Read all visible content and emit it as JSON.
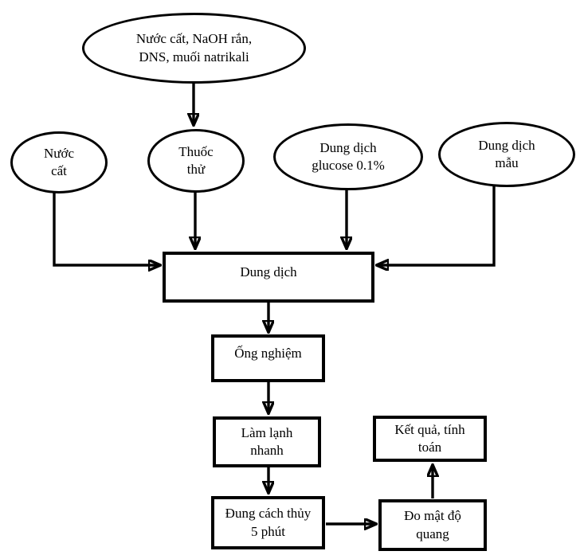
{
  "diagram": {
    "type": "flowchart",
    "language": "Vietnamese",
    "colors": {
      "stroke": "#000000",
      "background": "#ffffff",
      "text": "#000000"
    },
    "nodes": {
      "ingredients": {
        "shape": "ellipse",
        "label": "Nước cất, NaOH rắn,\nDNS, muối natrikali"
      },
      "nuoc_cat": {
        "shape": "ellipse",
        "label": "Nước\ncất"
      },
      "thuoc_thu": {
        "shape": "ellipse",
        "label": "Thuốc\nthử"
      },
      "glucose": {
        "shape": "ellipse",
        "label": "Dung dịch\nglucose 0.1%"
      },
      "mau": {
        "shape": "ellipse",
        "label": "Dung dịch\nmẫu"
      },
      "dung_dich": {
        "shape": "rect",
        "label": "Dung dịch"
      },
      "ong_nghiem": {
        "shape": "rect",
        "label": "Ống nghiệm"
      },
      "lam_lanh": {
        "shape": "rect",
        "label": "Làm lạnh\nnhanh"
      },
      "dun_cach_thuy": {
        "shape": "rect",
        "label": "Đung cách thủy\n5 phút"
      },
      "do_mat_do": {
        "shape": "rect",
        "label": "Đo mật độ\nquang"
      },
      "ket_qua": {
        "shape": "rect",
        "label": "Kết quả, tính\ntoán"
      }
    },
    "edges": [
      {
        "from": "ingredients",
        "to": "thuoc_thu"
      },
      {
        "from": "nuoc_cat",
        "to": "dung_dich"
      },
      {
        "from": "thuoc_thu",
        "to": "dung_dich"
      },
      {
        "from": "glucose",
        "to": "dung_dich"
      },
      {
        "from": "mau",
        "to": "dung_dich"
      },
      {
        "from": "dung_dich",
        "to": "ong_nghiem"
      },
      {
        "from": "ong_nghiem",
        "to": "lam_lanh"
      },
      {
        "from": "lam_lanh",
        "to": "dun_cach_thuy"
      },
      {
        "from": "dun_cach_thuy",
        "to": "do_mat_do"
      },
      {
        "from": "do_mat_do",
        "to": "ket_qua"
      }
    ]
  }
}
